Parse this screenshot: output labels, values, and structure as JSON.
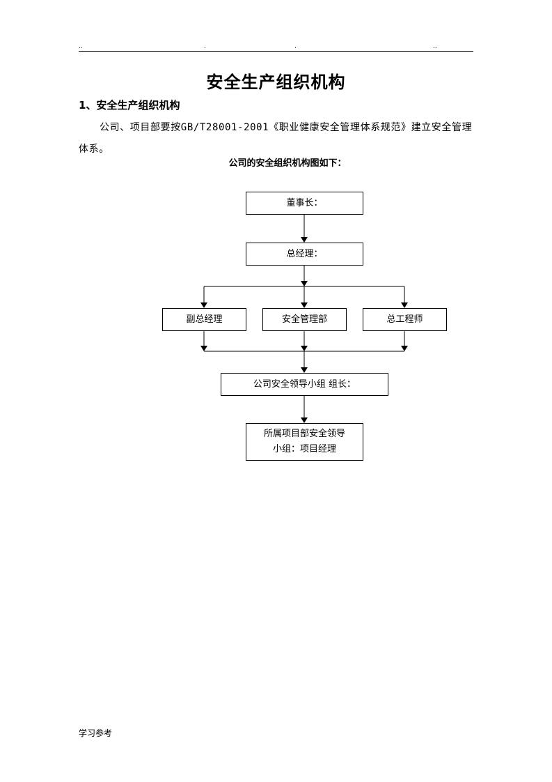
{
  "header": {
    "marks": [
      "..",
      ".",
      ".",
      ".."
    ]
  },
  "document": {
    "title": "安全生产组织机构",
    "section_heading": "1、安全生产组织机构",
    "paragraph": "公司、项目部要按GB/T28001-2001《职业健康安全管理体系规范》建立安全管理体系。",
    "chart_caption": "公司的安全组织机构图如下："
  },
  "org_chart": {
    "chairman": "董事长：",
    "general_manager": "总经理：",
    "deputy_gm": "副总经理",
    "safety_dept": "安全管理部",
    "chief_engineer": "总工程师",
    "safety_leader_group": "公司安全领导小组 组长：",
    "project_group_line1": "所属项目部安全领导",
    "project_group_line2": "小组：项目经理"
  },
  "footer": {
    "text": "学习参考"
  }
}
